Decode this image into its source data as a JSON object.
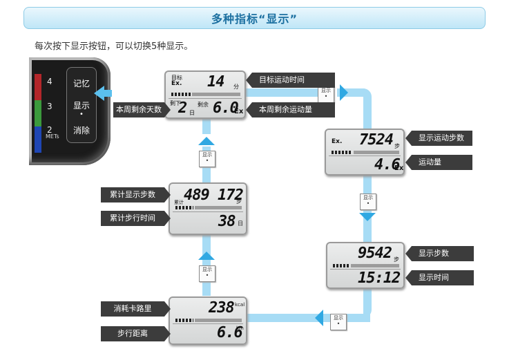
{
  "header": {
    "title": "多种指标“显示”"
  },
  "intro": "每次按下显示按钮，可以切换5种显示。",
  "device": {
    "levels": [
      "4",
      "3",
      "2"
    ],
    "mets": "METs",
    "buttons": [
      "记忆",
      "显示",
      "消除"
    ]
  },
  "mini_button": {
    "label": "显示",
    "dot": "•"
  },
  "screens": {
    "goal": {
      "top_left": "目标",
      "ex_label": "Ex.",
      "value_top": "14",
      "unit_top": "分",
      "bottom_left": "剩下",
      "days": "2",
      "day_unit": "日",
      "remain": "剩余",
      "value_bottom": "6.0",
      "unit_bottom": "Ex"
    },
    "exercise": {
      "ex_label": "Ex.",
      "steps": "7524",
      "steps_unit": "步",
      "amount": "4.6",
      "amount_unit": "Ex"
    },
    "steps_time": {
      "steps": "9542",
      "steps_unit": "步",
      "time": "15:12"
    },
    "calorie": {
      "kcal": "238",
      "kcal_unit": "kcal",
      "distance": "6.6",
      "distance_unit": "km"
    },
    "cumulative": {
      "total_steps": "489 172",
      "steps_unit": "步",
      "cum_label": "累计",
      "days": "38",
      "day_unit": "日"
    }
  },
  "labels": {
    "target_time": "目标运动时间",
    "week_remaining": "本周剩余运动量",
    "week_days": "本周剩余天数",
    "exercise_steps": "显示运动步数",
    "exercise_amount": "运动量",
    "steps": "显示步数",
    "time": "显示时间",
    "calorie": "消耗卡路里",
    "distance": "步行距离",
    "cum_steps": "累计显示步数",
    "cum_time": "累计步行时间"
  },
  "colors": {
    "accent": "#30a8e2",
    "flow": "#a7dcf5",
    "tag": "#3c3c3c"
  }
}
